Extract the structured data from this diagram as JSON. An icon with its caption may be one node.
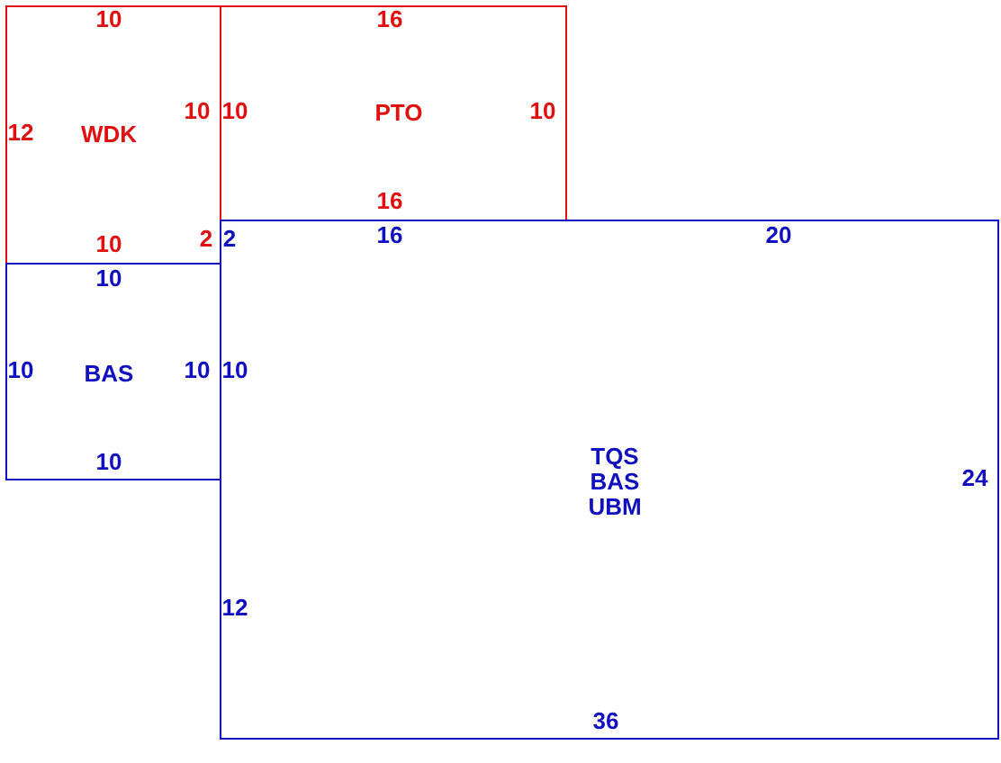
{
  "diagram": {
    "nodes": [
      {
        "text": [
          "WDK",
          "10",
          "12",
          "10",
          "10",
          "2"
        ]
      },
      {
        "text": [
          "PTO",
          "16",
          "10",
          "10",
          "16"
        ]
      },
      {
        "text": [
          "BAS",
          "10",
          "10",
          "10",
          "10"
        ]
      },
      {
        "text": [
          "TQS",
          "BAS",
          "UBM",
          "2",
          "16",
          "20",
          "10",
          "24",
          "12",
          "36"
        ]
      }
    ]
  }
}
